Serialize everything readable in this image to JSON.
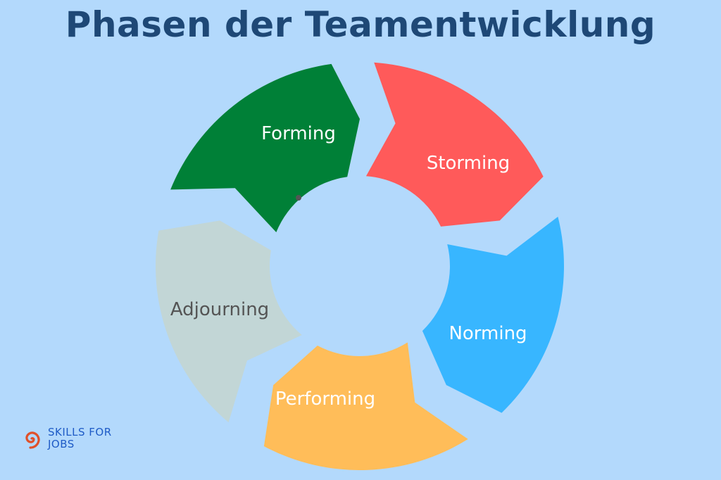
{
  "title": "Phasen der Teamentwicklung",
  "phases": [
    {
      "label": "Forming",
      "color": "#008037",
      "text_color": "#FFFFFF"
    },
    {
      "label": "Storming",
      "color": "#FF5A5A",
      "text_color": "#FFFFFF"
    },
    {
      "label": "Norming",
      "color": "#38B6FF",
      "text_color": "#FFFFFF"
    },
    {
      "label": "Performing",
      "color": "#FFBD59",
      "text_color": "#FFFFFF"
    },
    {
      "label": "Adjourning",
      "color": "#C2D6D6",
      "text_color": "#545454"
    }
  ],
  "logo": {
    "line1": "SKILLS FOR",
    "line2": "JOBS",
    "color": "#E0502A"
  }
}
